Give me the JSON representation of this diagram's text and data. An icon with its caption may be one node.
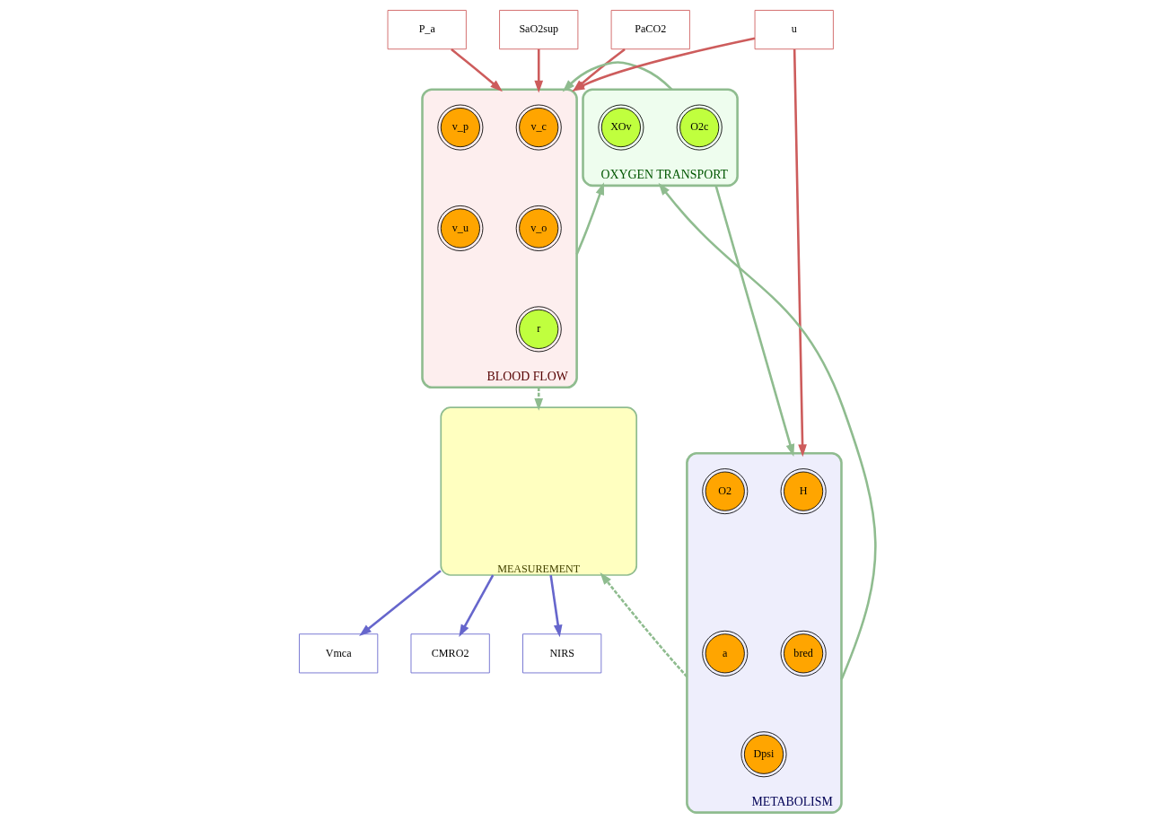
{
  "diagram": {
    "nodes": [
      {
        "text": [
          "P_a"
        ]
      },
      {
        "text": [
          "SaO2sup"
        ]
      },
      {
        "text": [
          "PaCO2"
        ]
      },
      {
        "text": [
          "BLOOD FLOW"
        ]
      },
      {
        "text": [
          "v_c"
        ],
        "in": 3
      },
      {
        "text": [
          "v_p"
        ],
        "in": 3
      },
      {
        "text": [
          "v_o"
        ],
        "in": 3
      },
      {
        "text": [
          "v_u"
        ],
        "in": 3
      },
      {
        "text": [
          "r"
        ],
        "in": 3
      },
      {
        "text": [
          "OXYGEN TRANSPORT"
        ]
      },
      {
        "text": [
          "XOv"
        ],
        "in": 9
      },
      {
        "text": [
          "O2c"
        ],
        "in": 9
      },
      {
        "text": [
          "u"
        ]
      },
      {
        "text": [
          "Vmca"
        ]
      },
      {
        "text": [
          "CMRO2"
        ]
      },
      {
        "text": [
          "NIRS"
        ]
      },
      {
        "text": [
          "MEASUREMENT"
        ]
      },
      {
        "text": [
          "METABOLISM"
        ]
      },
      {
        "text": [
          "H"
        ],
        "in": 17
      },
      {
        "text": [
          "O2"
        ],
        "in": 17
      },
      {
        "text": [
          "bred"
        ],
        "in": 17
      },
      {
        "text": [
          "a"
        ],
        "in": 17
      },
      {
        "text": [
          "Dpsi"
        ],
        "in": 17
      }
    ],
    "edges": [
      {
        "from": 0,
        "to": 3,
        "arrow": "to",
        "color": "#cd5c5c"
      },
      {
        "from": 1,
        "to": 3,
        "arrow": "to",
        "color": "#cd5c5c"
      },
      {
        "from": 2,
        "to": 3,
        "arrow": "to",
        "color": "#cd5c5c"
      },
      {
        "from": 3,
        "to": 9,
        "arrow": "to"
      },
      {
        "from": 9,
        "to": 3,
        "arrow": "to"
      },
      {
        "from": 12,
        "to": 3,
        "arrow": "to",
        "color": "#cd5c5c"
      },
      {
        "from": 12,
        "to": 17,
        "arrow": "to",
        "color": "#cd5c5c"
      },
      {
        "from": 3,
        "to": 16,
        "arrow": "to",
        "style": "dashed"
      },
      {
        "from": 9,
        "to": 17,
        "arrow": "to"
      },
      {
        "from": 17,
        "to": 9,
        "arrow": "to"
      },
      {
        "from": 17,
        "to": 16,
        "arrow": "to",
        "style": "dashed"
      },
      {
        "from": 16,
        "to": 13,
        "arrow": "to",
        "color": "#6666cc"
      },
      {
        "from": 16,
        "to": 14,
        "arrow": "to",
        "color": "#6666cc"
      },
      {
        "from": 16,
        "to": 15,
        "arrow": "to",
        "color": "#6666cc"
      }
    ]
  }
}
